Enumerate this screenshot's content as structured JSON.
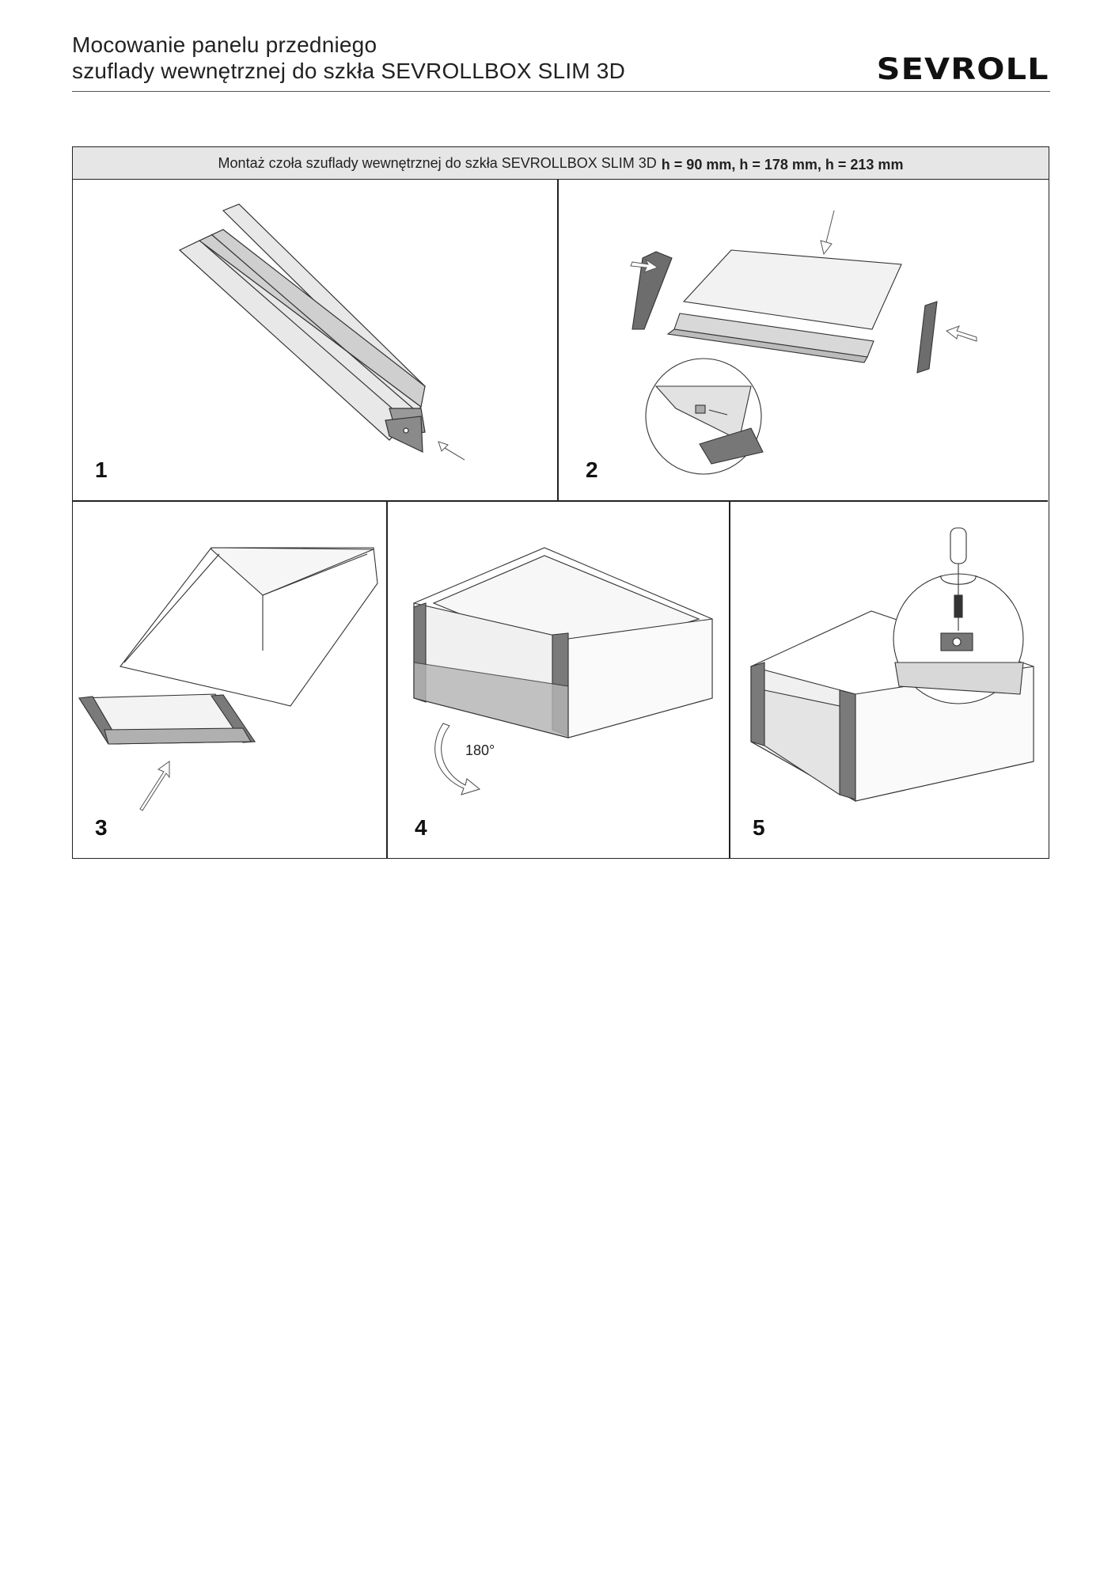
{
  "header": {
    "title_line1": "Mocowanie panelu przedniego",
    "title_line2": "szuflady wewnętrznej do szkła SEVROLLBOX SLIM 3D",
    "logo": "SEVROLL"
  },
  "table": {
    "heading_text": "Montaż czoła szuflady wewnętrznej do szkła SEVROLLBOX SLIM 3D",
    "heading_bold": "h = 90 mm, h = 178 mm, h = 213 mm",
    "steps": [
      {
        "number": "1",
        "illustration": "glass-profile-with-clip"
      },
      {
        "number": "2",
        "illustration": "front-panel-assembly-with-detail"
      },
      {
        "number": "3",
        "illustration": "drawer-insert-front"
      },
      {
        "number": "4",
        "illustration": "drawer-rotate",
        "rotation_label": "180°"
      },
      {
        "number": "5",
        "illustration": "drawer-screw-fix-detail"
      }
    ]
  }
}
